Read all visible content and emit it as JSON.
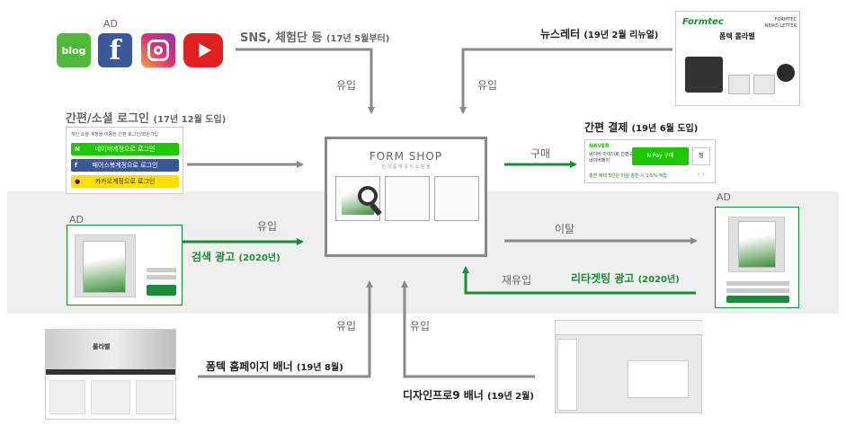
{
  "top_left": {
    "ad_label": "AD",
    "icons": [
      {
        "name": "blog-icon",
        "text": "blog",
        "color": "#4fb93c"
      },
      {
        "name": "facebook-icon",
        "text": "f",
        "color": "#3b5998"
      },
      {
        "name": "instagram-icon",
        "text": "",
        "color": "#c13584"
      },
      {
        "name": "youtube-icon",
        "text": "",
        "color": "#e02020"
      }
    ],
    "sns_title": "SNS, 체험단 등",
    "sns_sub": "(17년 5월부터)"
  },
  "login": {
    "title": "간편/소셜 로그인",
    "sub": "(17년 12월 도입)",
    "header": "개인 소셜 계정을 이용한 간편 로그인/회원가입",
    "buttons": [
      {
        "label": "네이버계정으로 로그인",
        "color": "#1ec800",
        "glyph": "N"
      },
      {
        "label": "페이스북계정으로 로그인",
        "color": "#3b5998",
        "glyph": "f"
      },
      {
        "label": "카카오계정으로 로그인",
        "color": "#ffe000",
        "glyph": "●"
      }
    ]
  },
  "newsletter": {
    "title": "뉴스레터",
    "sub": "(19년 2월 리뉴얼)",
    "brand": "Formtec",
    "heading": "FORMTEC NEWS LETTER",
    "product": "폼텍 롤라벨"
  },
  "payment": {
    "title": "간편 결제",
    "sub": "(19년 6월 도입)",
    "naver": "NAVER",
    "line1": "네이버 아이디로 간편구매",
    "line2": "네이버페이",
    "pay_btn": "N Pay 구매",
    "side_btn": "찜",
    "footer": "충전 혜택 5만원 이상 충전 시 1.5% 적립",
    "nav": "‹ ›"
  },
  "shop": {
    "logo": "FORM SHOP",
    "tagline": "한 국 폼 텍 공 식 쇼 핑 몰"
  },
  "flows": {
    "yuip": "유입",
    "gume": "구매",
    "italt": "이탈",
    "jaeyuip": "재유입"
  },
  "search_ad": {
    "ad_label": "AD",
    "title": "검색 광고",
    "sub": "(2020년)"
  },
  "retarget": {
    "ad_label": "AD",
    "title": "리타겟팅 광고",
    "sub": "(2020년)"
  },
  "banner": {
    "title": "폼텍 홈페이지 배너",
    "sub": "(19년 8월)",
    "label": "롤라벨"
  },
  "designpro": {
    "title": "디자인프로9 배너",
    "sub": "(19년 2월)"
  },
  "colors": {
    "green": "#1a8c3a",
    "gray_arrow": "#8a8a8a",
    "band": "#efefef"
  }
}
